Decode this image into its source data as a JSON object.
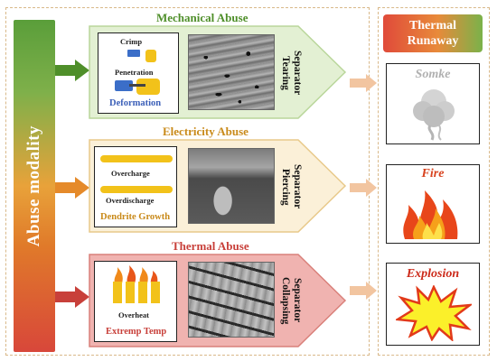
{
  "modality_label": "Abuse modality",
  "sections": [
    {
      "title": "Mechanical Abuse",
      "items": [
        "Crimp",
        "Penetration"
      ],
      "caption": "Deformation",
      "separator_lines": [
        "Separator",
        "Tearing"
      ],
      "title_color": "#4f8f2a",
      "panel_color": "#e3f0d3"
    },
    {
      "title": "Electricity Abuse",
      "items": [
        "Overcharge",
        "Overdischarge"
      ],
      "caption": "Dendrite Growth",
      "separator_lines": [
        "Separator",
        "Piercing"
      ],
      "title_color": "#c98a1a",
      "panel_color": "#fbf0d8"
    },
    {
      "title": "Thermal Abuse",
      "items": [
        "Overheat"
      ],
      "caption": "Extremp Temp",
      "separator_lines": [
        "Separator",
        "Collapsing"
      ],
      "title_color": "#c8403a",
      "panel_color": "#f0b3b0"
    }
  ],
  "runaway": {
    "title_lines": [
      "Thermal",
      "Runaway"
    ],
    "outcomes": [
      "Somke",
      "Fire",
      "Explosion"
    ],
    "outcome_colors": [
      "#b0b0b0",
      "#d8431f",
      "#cc2a1a"
    ]
  }
}
